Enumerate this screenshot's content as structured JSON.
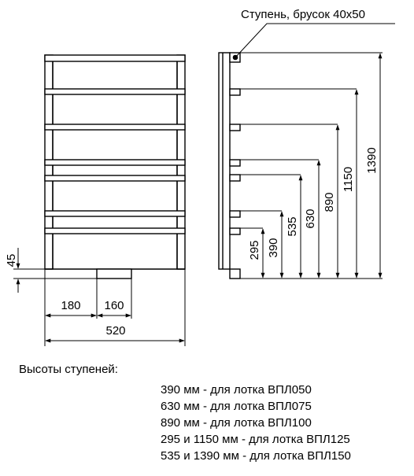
{
  "callout": "Ступень, брусок 40х50",
  "front_dims": {
    "d45": "45",
    "d180": "180",
    "d160": "160",
    "d520": "520"
  },
  "side_dims": [
    {
      "label": "295"
    },
    {
      "label": "390"
    },
    {
      "label": "535"
    },
    {
      "label": "630"
    },
    {
      "label": "890"
    },
    {
      "label": "1150"
    },
    {
      "label": "1390"
    }
  ],
  "legend": {
    "title": "Высоты ступеней:",
    "items": [
      "390 мм - для лотка ВПЛ050",
      "630 мм - для лотка ВПЛ075",
      "890 мм - для лотка ВПЛ100",
      "295 и 1150 мм - для лотка ВПЛ125",
      "535 и 1390 мм - для лотка ВПЛ150"
    ]
  }
}
